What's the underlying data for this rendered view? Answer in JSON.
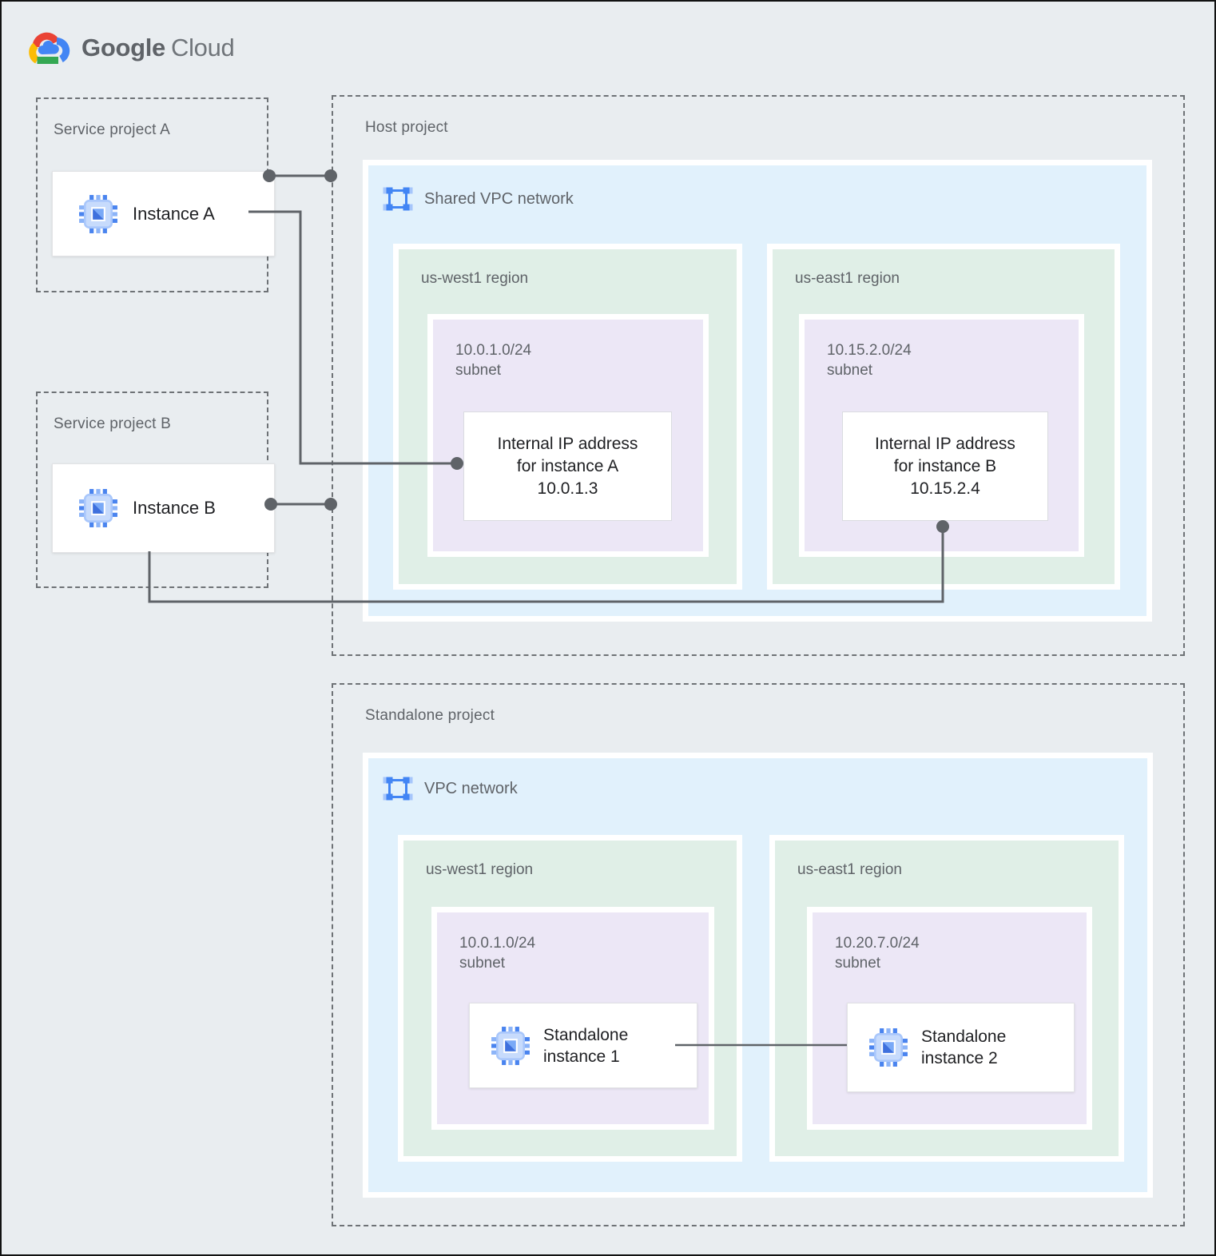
{
  "logo": {
    "google": "Google",
    "cloud": "Cloud"
  },
  "projects": {
    "service_a": {
      "title": "Service project A",
      "instance": "Instance A"
    },
    "service_b": {
      "title": "Service project B",
      "instance": "Instance B"
    }
  },
  "host": {
    "title": "Host project",
    "network": "Shared VPC network",
    "regions": [
      {
        "name": "us-west1 region",
        "cidr": "10.0.1.0/24",
        "subnet_word": "subnet",
        "ip_lines": [
          "Internal IP address",
          "for instance A",
          "10.0.1.3"
        ]
      },
      {
        "name": "us-east1 region",
        "cidr": "10.15.2.0/24",
        "subnet_word": "subnet",
        "ip_lines": [
          "Internal IP address",
          "for instance B",
          "10.15.2.4"
        ]
      }
    ]
  },
  "standalone": {
    "title": "Standalone project",
    "network": "VPC network",
    "regions": [
      {
        "name": "us-west1 region",
        "cidr": "10.0.1.0/24",
        "subnet_word": "subnet",
        "instance_lines": [
          "Standalone",
          "instance 1"
        ]
      },
      {
        "name": "us-east1 region",
        "cidr": "10.20.7.0/24",
        "subnet_word": "subnet",
        "instance_lines": [
          "Standalone",
          "instance 2"
        ]
      }
    ]
  },
  "colors": {
    "accent_blue": "#4285f4",
    "light_blue_fill": "#e1f1fc",
    "green_fill": "#e0efe7",
    "purple_fill": "#ece7f6",
    "line_gray": "#5f6368",
    "label_gray": "#5f6368",
    "text_dark": "#202124",
    "logo_red": "#ea4335",
    "logo_yellow": "#fbbc05",
    "logo_green": "#34a853",
    "background": "#e9edf0"
  },
  "icons": {
    "cloud_logo": "google-cloud-logo",
    "vm": "compute-engine-icon",
    "vpc": "vpc-network-icon"
  }
}
